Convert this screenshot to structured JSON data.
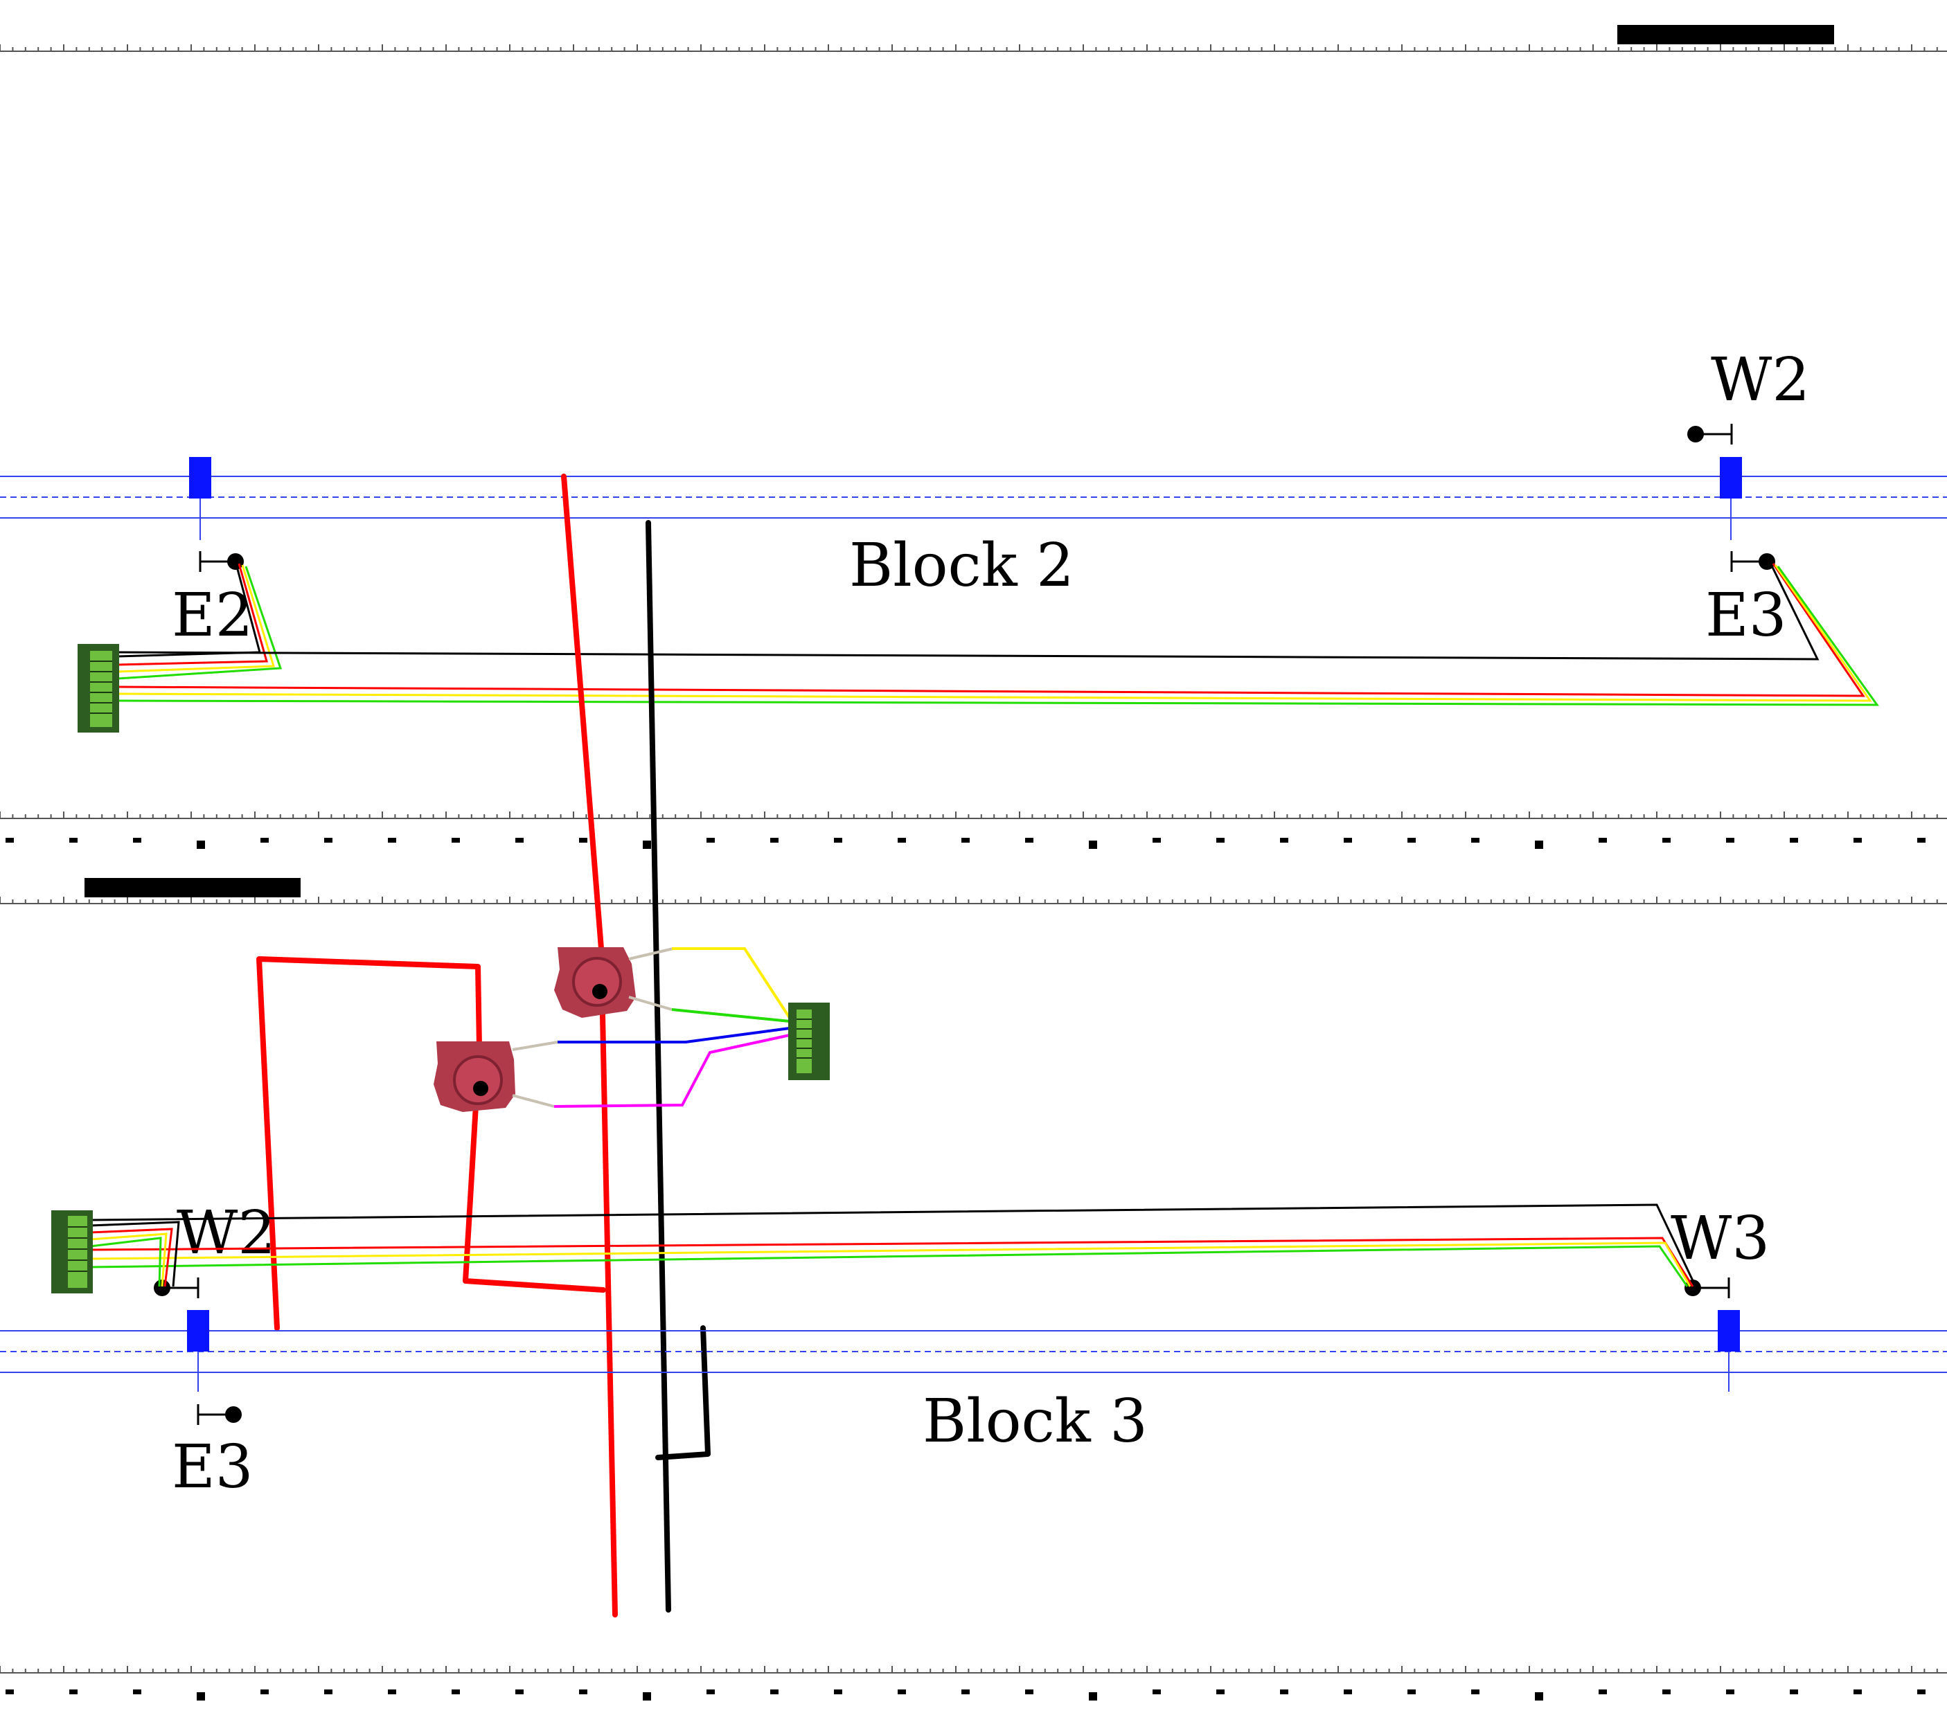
{
  "blocks": {
    "block2": {
      "label": "Block 2"
    },
    "block3": {
      "label": "Block 3"
    }
  },
  "signals": {
    "upper": {
      "w2": "W2",
      "e2": "E2",
      "e3": "E3"
    },
    "lower": {
      "w2": "W2",
      "w3": "W3",
      "e3": "E3"
    }
  },
  "colors": {
    "rail": "#3344ee",
    "signal_head": "#0a14ff",
    "power_wire": "#ff0000",
    "return_wire": "#000000",
    "wire_red": "#ff0000",
    "wire_yellow": "#ffee00",
    "wire_green": "#22dd00",
    "wire_blue": "#0000ee",
    "wire_magenta": "#ff00ff",
    "terminal_board": "#2e5d22",
    "current_sensor": "#b0394a"
  },
  "icons": {
    "terminal_board": "green-terminal-strip-icon",
    "current_sensor": "red-current-transformer-icon",
    "signal_head": "blue-signal-head-icon"
  }
}
